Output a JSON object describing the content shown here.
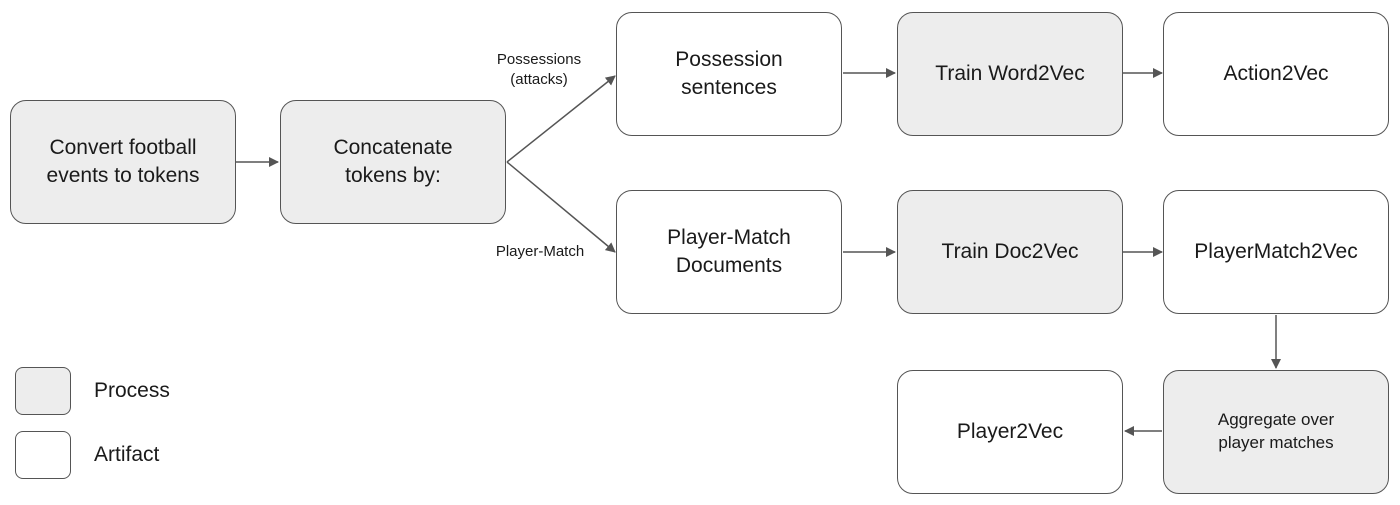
{
  "nodes": {
    "convert": "Convert football\nevents to tokens",
    "concatenate": "Concatenate\ntokens by:",
    "possession_sentences": "Possession\nsentences",
    "train_word2vec": "Train Word2Vec",
    "action2vec": "Action2Vec",
    "player_match_documents": "Player-Match\nDocuments",
    "train_doc2vec": "Train Doc2Vec",
    "playermatch2vec": "PlayerMatch2Vec",
    "aggregate": "Aggregate over\nplayer matches",
    "player2vec": "Player2Vec"
  },
  "edge_labels": {
    "possessions": "Possessions\n(attacks)",
    "player_match": "Player-Match"
  },
  "legend": {
    "process": "Process",
    "artifact": "Artifact"
  },
  "colors": {
    "process_fill": "#ededed",
    "artifact_fill": "#ffffff",
    "stroke": "#555555"
  }
}
